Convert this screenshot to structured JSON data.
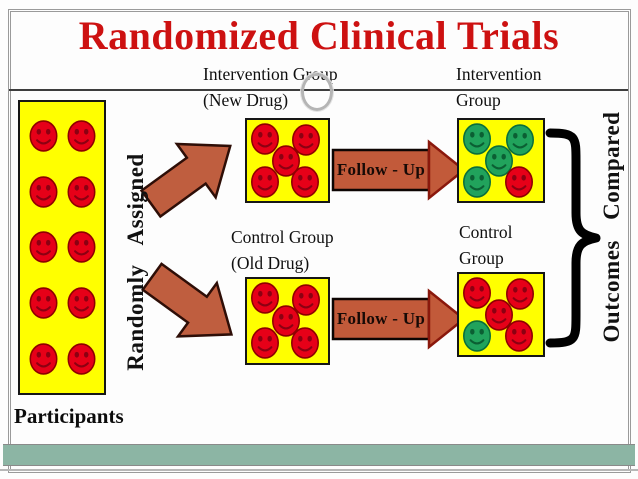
{
  "title": "Randomized Clinical Trials",
  "labels": {
    "intervention_new": {
      "line1": "Intervention Group",
      "line2": "(New Drug)"
    },
    "control_old": {
      "line1": "Control Group",
      "line2": "(Old Drug)"
    },
    "intervention_outcome": {
      "line1": "Intervention",
      "line2": "Group"
    },
    "control_outcome": {
      "line1": "Control",
      "line2": "Group"
    },
    "participants": "Participants",
    "randomly_assigned": "Randomly Assigned",
    "outcomes_compared": "Outcomes Compared",
    "follow_up": "Follow - Up"
  },
  "groups": {
    "participants": {
      "faces": [
        "red",
        "red",
        "red",
        "red",
        "red",
        "red",
        "red",
        "red",
        "red",
        "red"
      ]
    },
    "intervention_new": {
      "faces": [
        "red",
        "red",
        "red",
        "red",
        "red"
      ]
    },
    "control_old": {
      "faces": [
        "red",
        "red",
        "red",
        "red",
        "red"
      ]
    },
    "intervention_outcome": {
      "faces": [
        "green",
        "green",
        "green",
        "green",
        "red"
      ]
    },
    "control_outcome": {
      "faces": [
        "red",
        "red",
        "red",
        "green",
        "red"
      ]
    }
  },
  "face_palette": {
    "red": {
      "fill": "#e60018",
      "stroke": "#8e0000",
      "features": "#8c0012"
    },
    "green": {
      "fill": "#21a35c",
      "stroke": "#0a6e3c",
      "features": "#0b5f33"
    }
  },
  "colors": {
    "title_red": "#cd1111",
    "box_yellow": "#ffff00",
    "arrow_fill": "#bf5e3f",
    "teal_bar": "#8cb5a4"
  }
}
